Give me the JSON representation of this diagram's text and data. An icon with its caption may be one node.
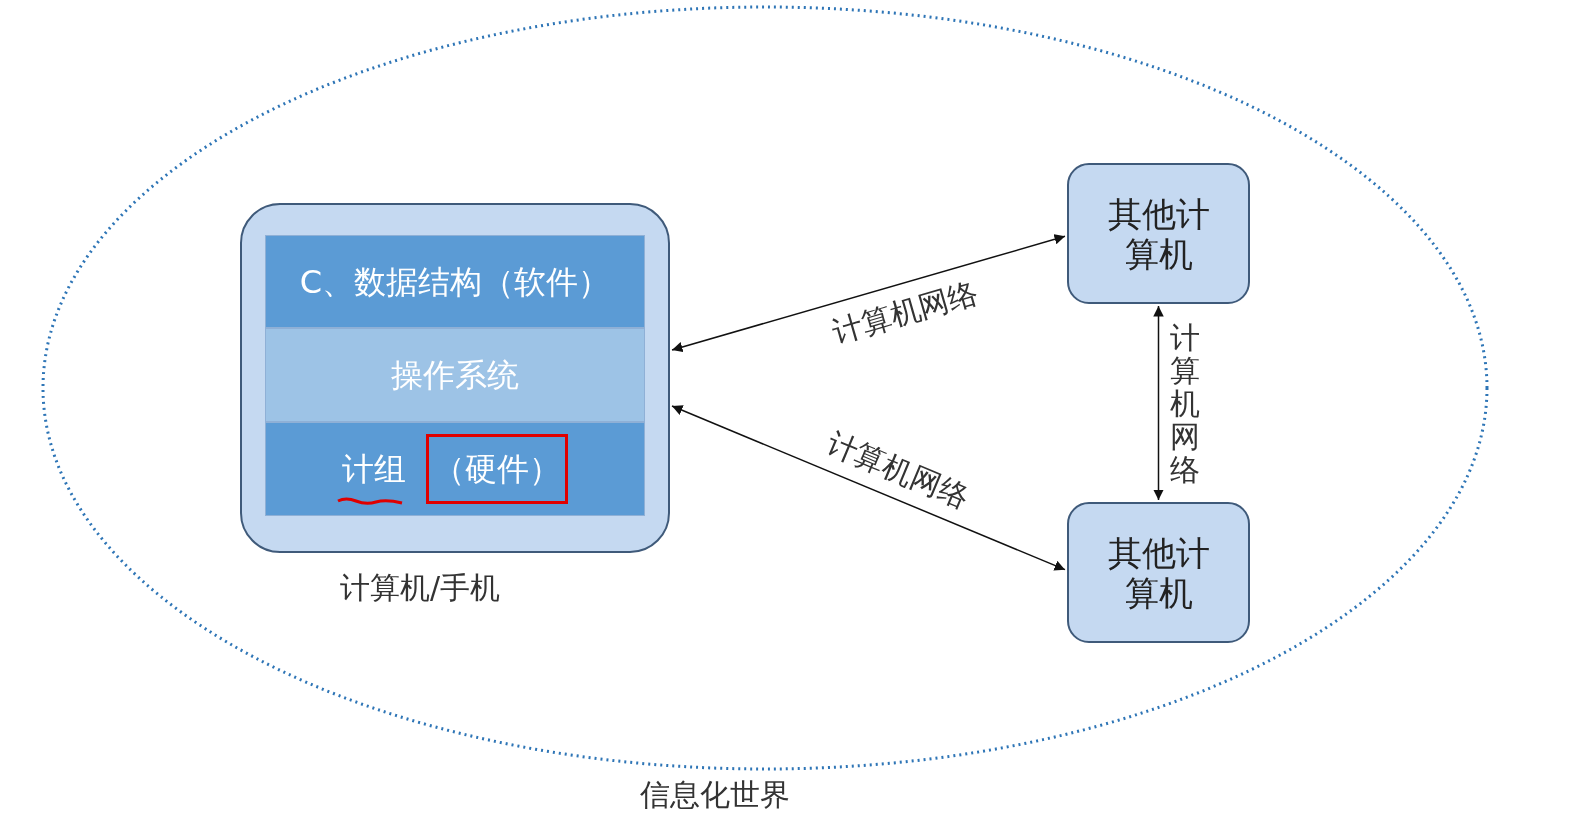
{
  "diagram": {
    "nodes": [
      {
        "text": [
          "信息化世界"
        ]
      },
      {
        "text": [
          "计算机/手机"
        ],
        "in": 0
      },
      {
        "text": [
          "C、数据结构（软件）"
        ],
        "in": 1
      },
      {
        "text": [
          "操作系统"
        ],
        "in": 1
      },
      {
        "text": [
          "计组",
          "（硬件）"
        ],
        "in": 1
      },
      {
        "text": [
          "其他计算机"
        ],
        "in": 0
      },
      {
        "text": [
          "其他计算机"
        ],
        "in": 0
      }
    ],
    "edges": [
      {
        "from": 1,
        "to": 5,
        "arrow": "both",
        "label": "计算机网络"
      },
      {
        "from": 1,
        "to": 6,
        "arrow": "both",
        "label": "计算机网络"
      },
      {
        "from": 5,
        "to": 6,
        "arrow": "both",
        "label": "计算机网络"
      }
    ]
  }
}
